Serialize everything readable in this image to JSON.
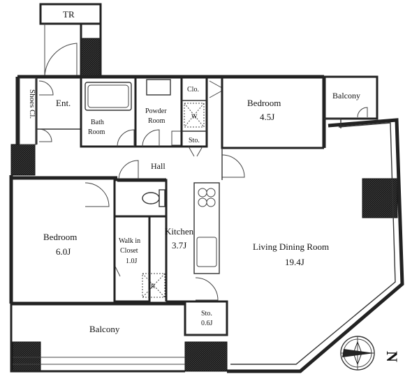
{
  "rooms": {
    "tr": "TR",
    "entrance": "Ent.",
    "shoes_closet": "Shoes Cl.",
    "bath_room_line1": "Bath",
    "bath_room_line2": "Room",
    "powder_room_line1": "Powder",
    "powder_room_line2": "Room",
    "closet": "Clo.",
    "storage_small": "Sto.",
    "bedroom_north_name": "Bedroom",
    "bedroom_north_size": "4.5J",
    "balcony_north": "Balcony",
    "hall": "Hall",
    "bedroom_west_name": "Bedroom",
    "bedroom_west_size": "6.0J",
    "walk_in_line1": "Walk in",
    "walk_in_line2": "Closet",
    "walk_in_size": "1.0J",
    "kitchen_name": "Kitchen",
    "kitchen_size": "3.7J",
    "ldr_name": "Living Dining Room",
    "ldr_size": "19.4J",
    "storage_south_name": "Sto.",
    "storage_south_size": "0.6J",
    "balcony_south": "Balcony",
    "wm_mark": "W",
    "r_mark": "R"
  },
  "compass": {
    "north_label": "N",
    "icon": "compass-rose-icon"
  },
  "colors": {
    "wall": "#222222",
    "column_fill": "#1a1a1a",
    "background": "#ffffff"
  }
}
